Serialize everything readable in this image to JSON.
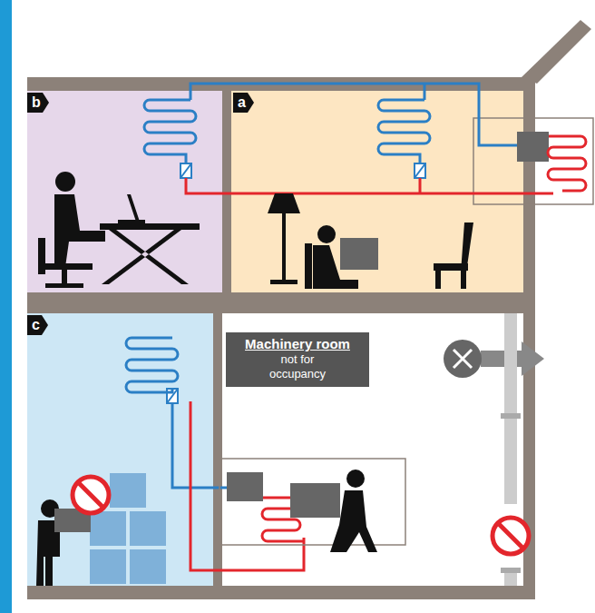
{
  "diagram": {
    "nodes": [
      {
        "text": [
          "b"
        ]
      },
      {
        "text": [
          "a"
        ]
      },
      {
        "text": [
          "c"
        ]
      },
      {
        "text": [
          "Machinery room",
          "not for occupancy"
        ]
      }
    ]
  }
}
